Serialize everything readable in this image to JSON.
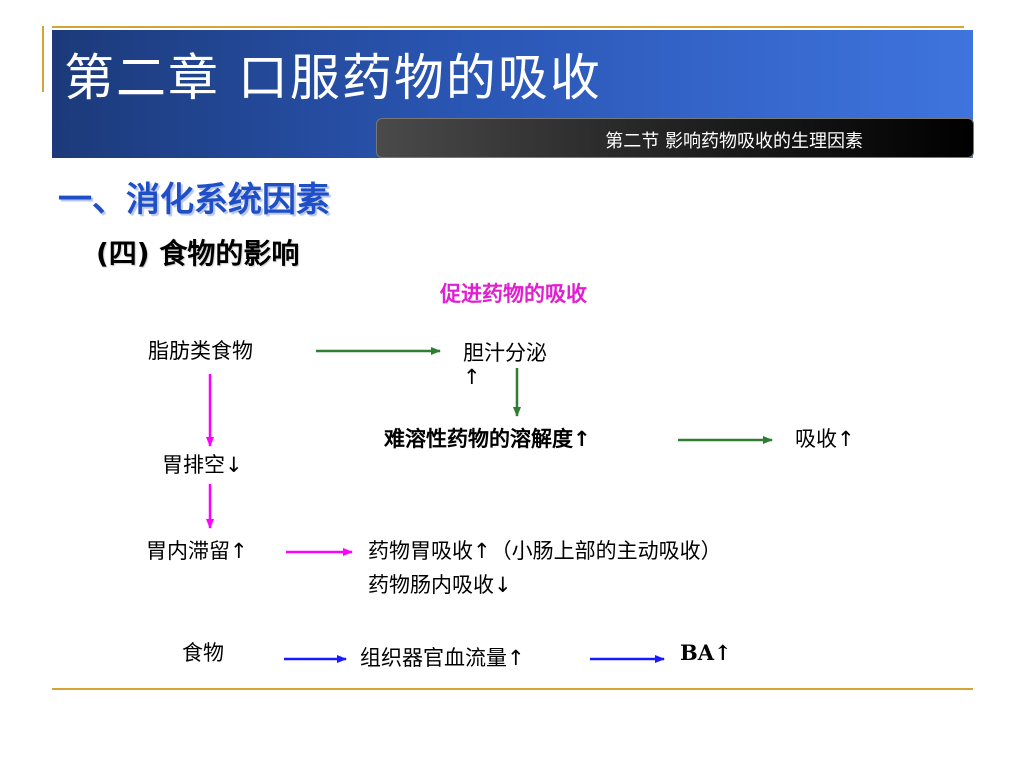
{
  "slide": {
    "chapter_title": "第二章  口服药物的吸收",
    "section_title": "第二节  影响药物吸收的生理因素",
    "heading1": "一、消化系统因素",
    "heading2": "(四) 食物的影响",
    "note": "促进药物的吸收"
  },
  "diagram": {
    "nodes": {
      "fatty_food": "脂肪类食物",
      "bile": "胆汁分泌",
      "bile_up": "↑",
      "gastric_empty": "胃排空↓",
      "solubility": "难溶性药物的溶解度↑",
      "absorption": "吸收↑",
      "gastric_retention": "胃内滞留↑",
      "stomach_absorption": "药物胃吸收↑（小肠上部的主动吸收）",
      "intestine_absorption": "药物肠内吸收↓",
      "food": "食物",
      "blood_flow": "组织器官血流量↑",
      "ba": "BA↑"
    },
    "colors": {
      "green_arrow": "#2e7d32",
      "magenta_arrow": "#ff00ff",
      "blue_arrow": "#1a1aff",
      "gold_line": "#d4a437",
      "heading_blue": "#1f4fc8",
      "note_magenta": "#e020d0"
    }
  }
}
